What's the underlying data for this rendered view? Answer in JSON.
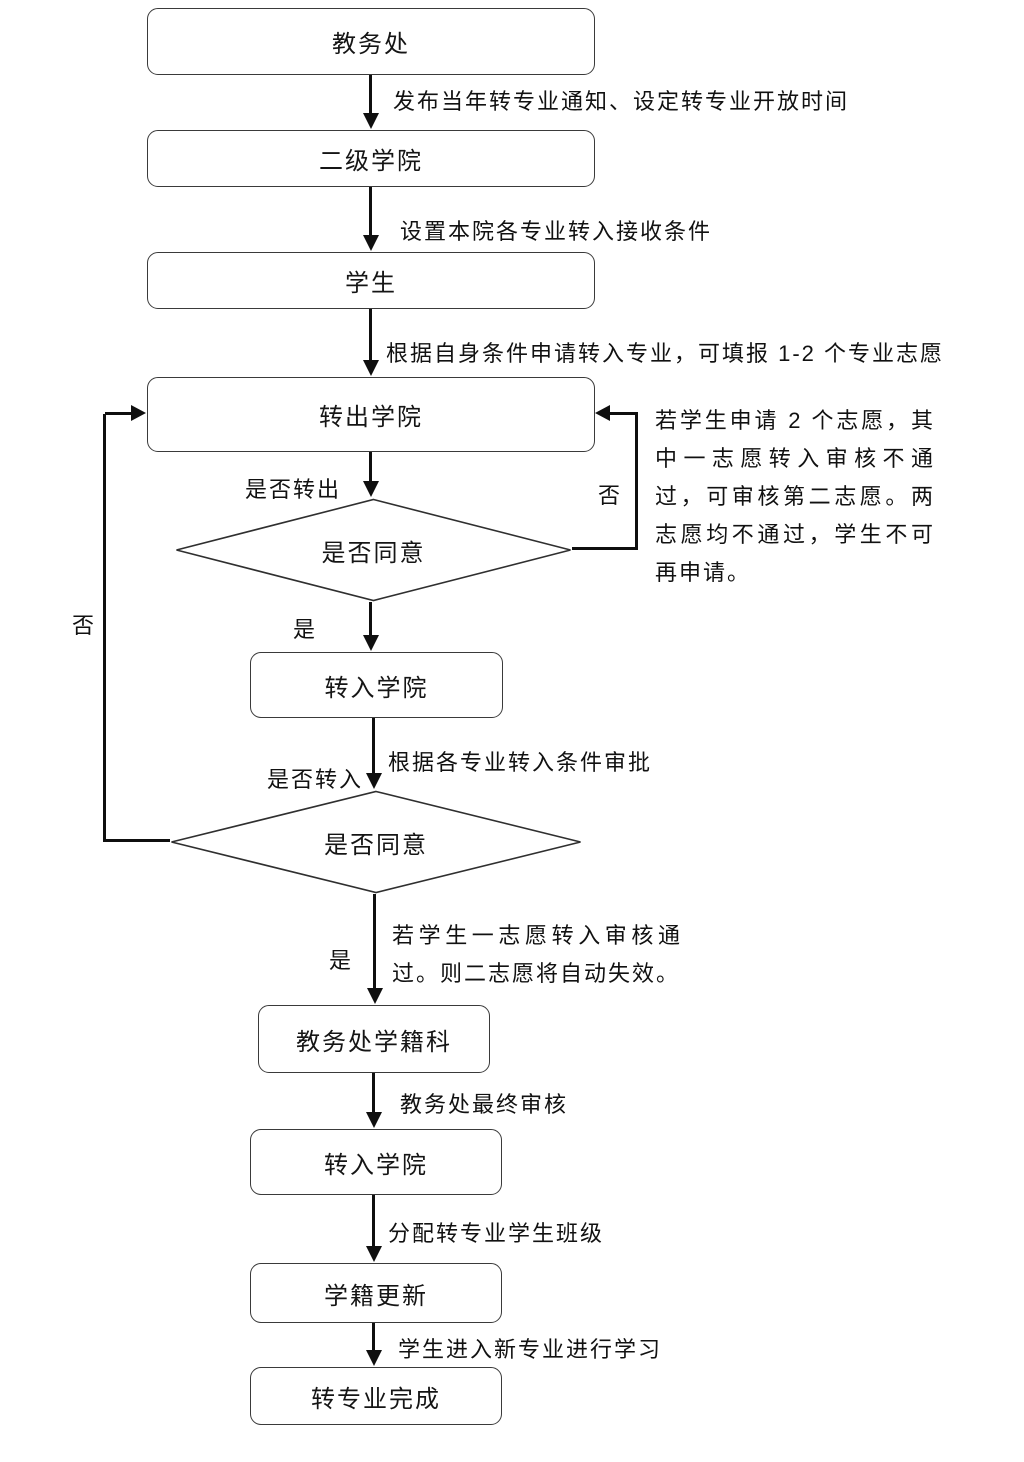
{
  "fc": {
    "nodes": {
      "academic_affairs": "教务处",
      "secondary_college": "二级学院",
      "student": "学生",
      "transfer_out_college": "转出学院",
      "agree_decision_1": "是否同意",
      "transfer_in_college_1": "转入学院",
      "agree_decision_2": "是否同意",
      "registrar_section": "教务处学籍科",
      "transfer_in_college_2": "转入学院",
      "status_update": "学籍更新",
      "transfer_complete": "转专业完成"
    },
    "edges": {
      "publish_notice": "发布当年转专业通知、设定转专业开放时间",
      "set_conditions": "设置本院各专业转入接收条件",
      "apply_major": "根据自身条件申请转入专业，可填报 1-2 个专业志愿",
      "transfer_out_question": "是否转出",
      "no_right": "否",
      "yes_1": "是",
      "approve_by_conditions": "根据各专业转入条件审批",
      "transfer_in_question": "是否转入",
      "no_left": "否",
      "yes_2": "是",
      "final_review": "教务处最终审核",
      "assign_class": "分配转专业学生班级",
      "study_new_major": "学生进入新专业进行学习"
    },
    "notes": {
      "two_choices": "若学生申请 2 个志愿，其中一志愿转入审核不通过，可审核第二志愿。两志愿均不通过，学生不可再申请。",
      "first_choice_pass": "若学生一志愿转入审核通过。则二志愿将自动失效。"
    },
    "colors": {
      "line": "#0f0f0f",
      "box_border": "#3a3a3a",
      "text": "#111111",
      "background": "#ffffff"
    }
  }
}
